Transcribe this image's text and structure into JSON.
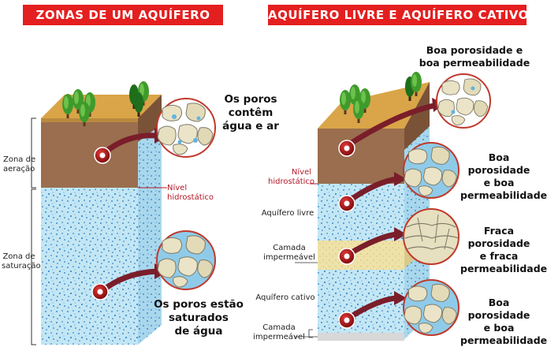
{
  "left_title": "ZONAS DE UM AQUÍFERO",
  "right_title": "AQUÍFERO LIVRE E AQUÍFERO CATIVO",
  "left": {
    "zone_aeration": [
      "Zona de",
      "aeração"
    ],
    "zone_saturation": [
      "Zona de",
      "saturação"
    ],
    "water_table": [
      "Nível",
      "hidrostático"
    ],
    "pores_air": [
      "Os poros",
      "contêm",
      "água e ar"
    ],
    "pores_saturated": [
      "Os poros estão",
      "saturados",
      "de água"
    ]
  },
  "right": {
    "water_table": [
      "Nível",
      "hidrostático"
    ],
    "free_aquifer": "Aquífero livre",
    "impermeable_layer_1": [
      "Camada",
      "impermeável"
    ],
    "confined_aquifer": "Aquífero cativo",
    "impermeable_layer_2": [
      "Camada",
      "impermeável"
    ],
    "cap_top": [
      "Boa porosidade e",
      "boa permeabilidade"
    ],
    "cap_2": [
      "Boa",
      "porosidade",
      "e boa",
      "permeabilidade"
    ],
    "cap_3": [
      "Fraca",
      "porosidade",
      "e fraca",
      "permeabilidade"
    ],
    "cap_4": [
      "Boa",
      "porosidade",
      "e boa",
      "permeabilidade"
    ]
  },
  "colors": {
    "banner": "#e41f1f",
    "soil_top": "#d9a548",
    "soil_front": "#9a6e4e",
    "water": "#bfe3f2",
    "sand": "#efe2a8",
    "gray_layer": "#d8d8d8",
    "arrow": "#7a1e2a"
  }
}
